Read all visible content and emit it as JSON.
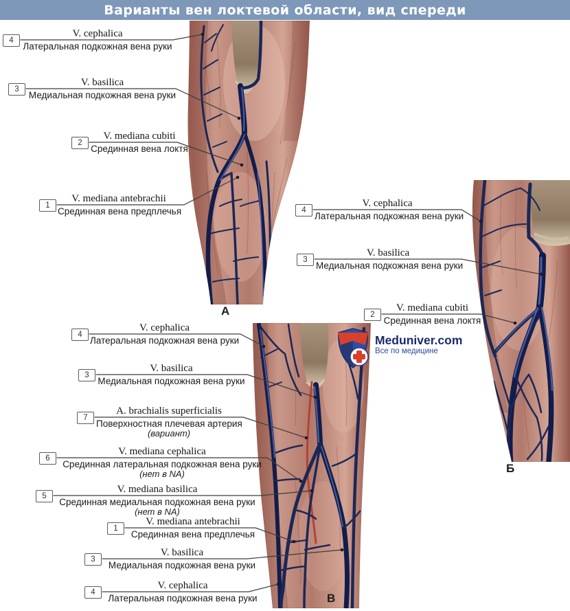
{
  "title": "Варианты вен локтевой области, вид спереди",
  "logo": {
    "name": "Meduniver.com",
    "tagline": "Все по медицине"
  },
  "figures": {
    "a": "А",
    "b": "Б",
    "v": "В"
  },
  "colors": {
    "banner": "#7d98b8",
    "vein_dark": "#121d4a",
    "vein_mid": "#1b2757",
    "muscle": "#b17a6c",
    "artery_red": "#b23f34",
    "logo_blue": "#2f4da8",
    "logo_red": "#d8402c"
  },
  "labels": {
    "a4": {
      "num": "4",
      "latin": "V. cephalica",
      "russian": "Латеральная подкожная вена руки"
    },
    "a3": {
      "num": "3",
      "latin": "V. basilica",
      "russian": "Медиальная подкожная вена руки"
    },
    "a2": {
      "num": "2",
      "latin": "V. mediana cubiti",
      "russian": "Срединная вена локтя"
    },
    "a1": {
      "num": "1",
      "latin": "V. mediana antebrachii",
      "russian": "Срединная вена предплечья"
    },
    "b4": {
      "num": "4",
      "latin": "V. cephalica",
      "russian": "Латеральная подкожная вена руки"
    },
    "b3": {
      "num": "3",
      "latin": "V. basilica",
      "russian": "Медиальная подкожная вена руки"
    },
    "b2": {
      "num": "2",
      "latin": "V. mediana cubiti",
      "russian": "Срединная вена локтя"
    },
    "v4": {
      "num": "4",
      "latin": "V. cephalica",
      "russian": "Латеральная подкожная вена руки"
    },
    "v3": {
      "num": "3",
      "latin": "V. basilica",
      "russian": "Медиальная подкожная вена руки"
    },
    "v7": {
      "num": "7",
      "latin": "A. brachialis superficialis",
      "russian": "Поверхностная плечевая артерия",
      "extra": "(вариант)"
    },
    "v6": {
      "num": "6",
      "latin": "V. mediana cephalica",
      "russian": "Срединная латеральная подкожная вена руки",
      "extra": "(нет в NA)"
    },
    "v5": {
      "num": "5",
      "latin": "V. mediana basilica",
      "russian": "Срединная медиальная подкожная вена руки",
      "extra": "(нет в NA)"
    },
    "v1": {
      "num": "1",
      "latin": "V. mediana antebrachii",
      "russian": "Срединная вена предплечья"
    },
    "v3b": {
      "num": "3",
      "latin": "V. basilica",
      "russian": "Медиальная подкожная вена руки"
    },
    "v4b": {
      "num": "4",
      "latin": "V. cephalica",
      "russian": "Латеральная подкожная вена руки"
    }
  }
}
